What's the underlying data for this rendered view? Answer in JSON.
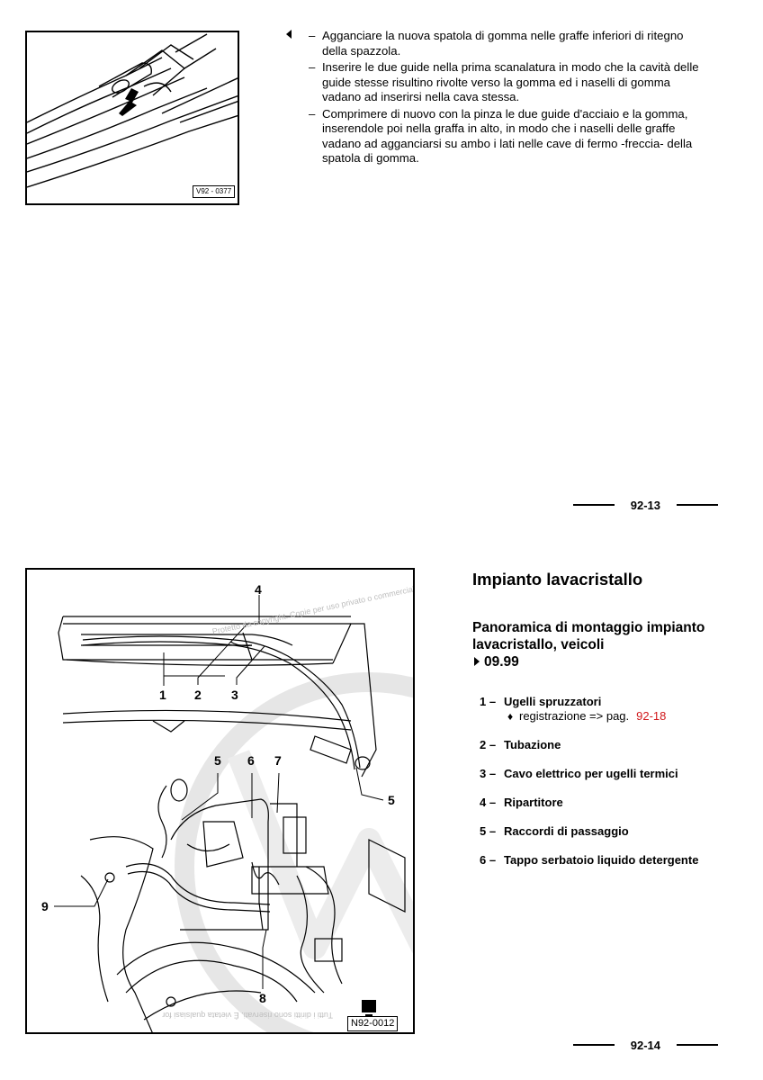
{
  "page1": {
    "figure_code": "V92 - 0377",
    "steps": [
      "Agganciare la nuova spatola di gomma nelle graffe inferiori di ritegno della spazzola.",
      "Inserire le due guide nella prima scanalatura in modo che la cavità delle guide stesse risultino rivolte verso la gomma ed i naselli di gomma vadano ad inserirsi nella cava stessa.",
      "Comprimere di nuovo con la pinza le due guide d'acciaio e la gomma, inserendole poi nella graffa in alto, in modo che i naselli delle graffe vadano ad agganciarsi su ambo i lati nelle cave di fermo -freccia- della spatola di gomma."
    ],
    "page_number": "92-13"
  },
  "page2": {
    "figure_code": "N92-0012",
    "callouts": [
      "1",
      "2",
      "3",
      "4",
      "5",
      "5",
      "6",
      "7",
      "8",
      "9"
    ],
    "watermark_line1": "Protetto da copyright. Copie per uso privato o commerciale, sia ad uso personale che a scopo di lucro, non sono consentite se non con esplicita autorizzazione della Volkswagen AG. La Volkswagen AG non garantisce né si assume alcuna responsabilità in merito alla correttezza dei contenuti in questa pubblicazione.",
    "watermark_line2": "Tutti i diritti sono riservati. È vietata qualsiasi forma di riproduzione. Copyright by Volkswagen AG",
    "section_title": "Impianto lavacristallo",
    "subtitle": "Panoramica di montaggio impianto lavacristallo, veicoli",
    "subtitle_model": "09.99",
    "legend": [
      {
        "num": "1",
        "text": "Ugelli spruzzatori",
        "sub": "registrazione => pag.",
        "sub_link": "92-18"
      },
      {
        "num": "2",
        "text": "Tubazione"
      },
      {
        "num": "3",
        "text": "Cavo elettrico per ugelli termici"
      },
      {
        "num": "4",
        "text": "Ripartitore"
      },
      {
        "num": "5",
        "text": "Raccordi di passaggio"
      },
      {
        "num": "6",
        "text": "Tappo serbatoio liquido detergente"
      }
    ],
    "page_number": "92-14"
  }
}
